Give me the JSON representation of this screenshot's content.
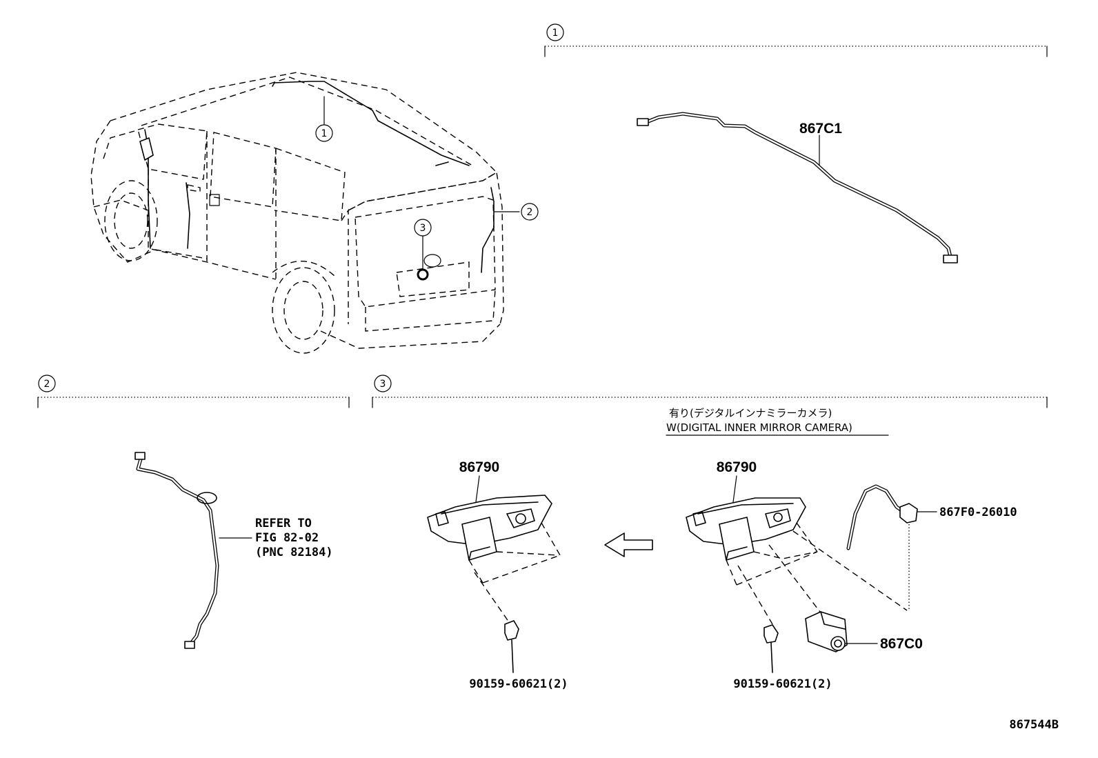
{
  "callouts": {
    "c1": "1",
    "c2": "2",
    "c3": "3"
  },
  "section1": {
    "number": "1",
    "part": "867C1"
  },
  "section2": {
    "number": "2",
    "refer_line1": "REFER TO",
    "refer_line2": "FIG 82-02",
    "refer_line3": "(PNC 82184)"
  },
  "section3": {
    "number": "3",
    "left_part": "86790",
    "left_screw": "90159-60621(2)",
    "variant_jp": "有り(デジタルインナミラーカメラ)",
    "variant_en": "W(DIGITAL INNER MIRROR CAMERA)",
    "right_part": "86790",
    "right_cable": "867F0-26010",
    "right_camera": "867C0",
    "right_screw": "90159-60621(2)"
  },
  "diagram_code": "867544B"
}
